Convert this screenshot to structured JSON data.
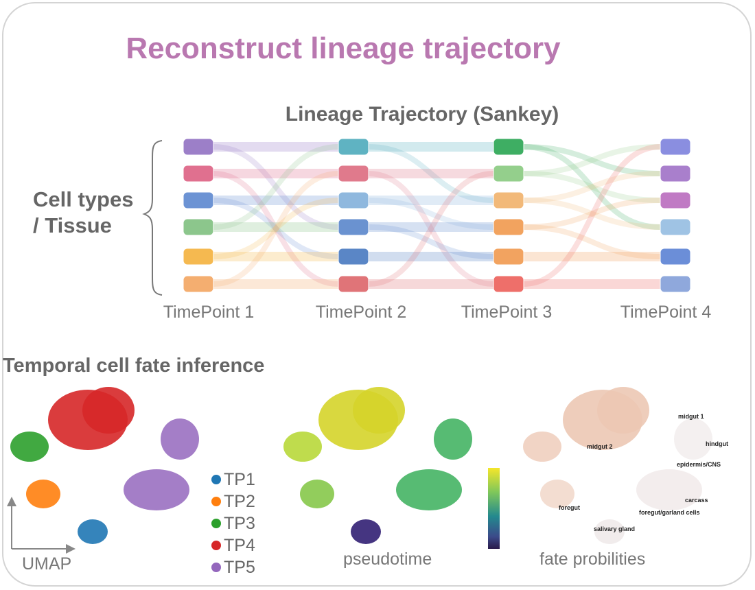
{
  "title": "Reconstruct lineage trajectory",
  "sankey": {
    "title": "Lineage Trajectory (Sankey)",
    "axis_label_line1": "Cell types",
    "axis_label_line2": "/ Tissue",
    "timepoints": [
      "TimePoint 1",
      "TimePoint 2",
      "TimePoint 3",
      "TimePoint 4"
    ],
    "node_colors": [
      [
        "#9c7fc8",
        "#e0708f",
        "#6c93d4",
        "#8cc68c",
        "#f5b950",
        "#f4ae70"
      ],
      [
        "#5fb3c2",
        "#e07a8c",
        "#8fb8de",
        "#6a92d0",
        "#5a86c6",
        "#e07478"
      ],
      [
        "#3eae63",
        "#94cf8c",
        "#f2b979",
        "#f2a35f",
        "#f2a360",
        "#ee6f6a"
      ],
      [
        "#8a8ee0",
        "#a97fcc",
        "#c07ac4",
        "#9fc3e4",
        "#6b8ed8",
        "#8fa8dc"
      ]
    ]
  },
  "fate": {
    "section_title": "Temporal cell fate inference",
    "legend": [
      {
        "label": "TP1",
        "color": "#1f77b4"
      },
      {
        "label": "TP2",
        "color": "#ff7f0e"
      },
      {
        "label": "TP3",
        "color": "#2ca02c"
      },
      {
        "label": "TP4",
        "color": "#d62728"
      },
      {
        "label": "TP5",
        "color": "#9467bd"
      }
    ],
    "umap_label": "UMAP",
    "pseudotime_caption": "pseudotime",
    "fate_caption": "fate probilities",
    "fate_labels": {
      "midgut1": "midgut 1",
      "midgut2": "midgut 2",
      "hindgut": "hindgut",
      "epidermis": "epidermis/CNS",
      "carcass": "carcass",
      "foregut": "foregut",
      "garland": "foregut/garland cells",
      "salivary": "salivary gland"
    }
  }
}
